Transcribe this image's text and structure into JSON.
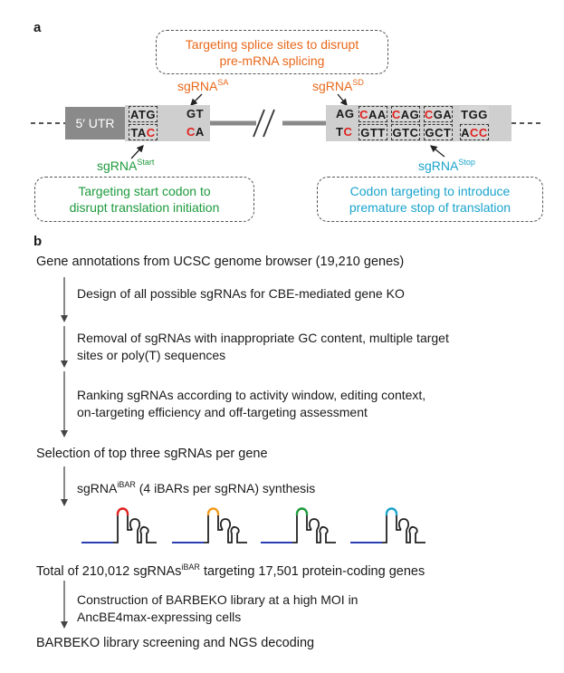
{
  "panel_a": {
    "label": "a",
    "callouts": {
      "splice": [
        "Targeting splice sites to disrupt",
        "pre-mRNA splicing"
      ],
      "start": [
        "Targeting start codon to",
        "disrupt translation initiation"
      ],
      "stop": [
        "Codon targeting to introduce",
        "premature stop of translation"
      ]
    },
    "sgrna_labels": {
      "sa": {
        "base": "sgRNA",
        "sup": "SA"
      },
      "sd": {
        "base": "sgRNA",
        "sup": "SD"
      },
      "start": {
        "base": "sgRNA",
        "sup": "Start"
      },
      "stop": {
        "base": "sgRNA",
        "sup": "Stop"
      }
    },
    "utr_label": "5′ UTR",
    "codons": {
      "atg_top": "ATG",
      "tac_bottom": [
        "TA",
        "C"
      ],
      "gt_top": "GT",
      "ca_bottom": [
        "C",
        "A"
      ],
      "ag_top": "AG",
      "tc_bottom": [
        "T",
        "C"
      ],
      "stop_top": [
        {
          "red": "C",
          "rest": "AA"
        },
        {
          "red": "C",
          "rest": "AG"
        },
        {
          "red": "C",
          "rest": "GA"
        },
        {
          "red": "",
          "rest": "TGG"
        }
      ],
      "stop_bottom": [
        {
          "text": "GTT",
          "red": ""
        },
        {
          "text": "GTC",
          "red": ""
        },
        {
          "text": "GCT",
          "red": ""
        },
        {
          "text": "A",
          "red": "CC"
        }
      ]
    },
    "colors": {
      "orange": "#e8681a",
      "green": "#1d9a3c",
      "blue": "#1aa3cc",
      "red": "#e0201e"
    }
  },
  "panel_b": {
    "label": "b",
    "step1": "Gene annotations from UCSC genome browser (19,210 genes)",
    "sub1": "Design of all possible sgRNAs for CBE-mediated gene KO",
    "sub2": [
      "Removal of sgRNAs with inappropriate GC content, multiple target",
      "sites or poly(T) sequences"
    ],
    "sub3": [
      "Ranking sgRNAs according to activity window, editing context,",
      "on-targeting efficiency and off-targeting assessment"
    ],
    "step2": "Selection of top three sgRNAs per gene",
    "sub4": {
      "base": "sgRNA",
      "sup": "iBAR",
      "rest": " (4 iBARs per sgRNA) synthesis"
    },
    "step3": {
      "pre": "Total of 210,012 sgRNAs",
      "sup": "iBAR",
      "post": " targeting 17,501 protein-coding genes"
    },
    "sub5": [
      "Construction of BARBEKO library at a high MOI in",
      "AncBE4max-expressing cells"
    ],
    "step4": "BARBEKO library screening and NGS decoding",
    "hairpin_colors": [
      "#e0201e",
      "#f39a1e",
      "#1d9a3c",
      "#1aa3cc"
    ]
  }
}
